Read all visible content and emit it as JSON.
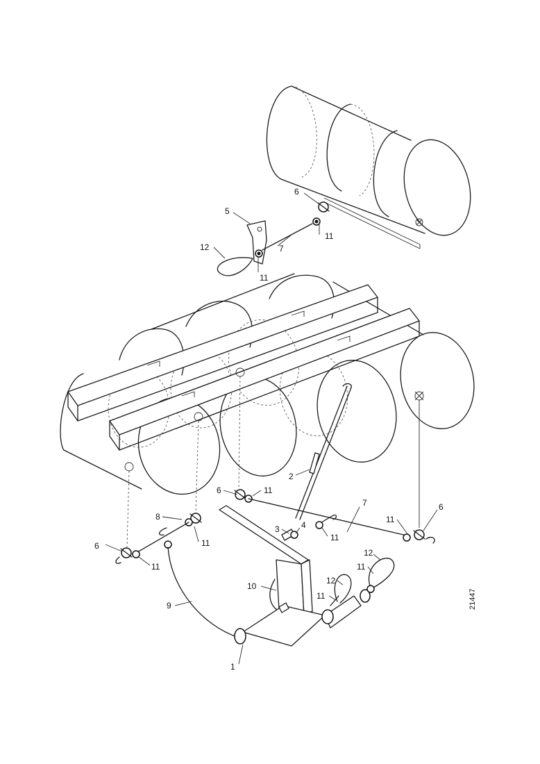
{
  "drawing_code": "21447",
  "callouts": [
    {
      "id": "c6a",
      "text": "6"
    },
    {
      "id": "c5",
      "text": "5"
    },
    {
      "id": "c11a",
      "text": "11"
    },
    {
      "id": "c12a",
      "text": "12"
    },
    {
      "id": "c7a",
      "text": "7"
    },
    {
      "id": "c11b",
      "text": "11"
    },
    {
      "id": "c2",
      "text": "2"
    },
    {
      "id": "c6b",
      "text": "6"
    },
    {
      "id": "c11c",
      "text": "11"
    },
    {
      "id": "c7b",
      "text": "7"
    },
    {
      "id": "c8",
      "text": "8"
    },
    {
      "id": "c3",
      "text": "3"
    },
    {
      "id": "c4",
      "text": "4"
    },
    {
      "id": "c11d",
      "text": "11"
    },
    {
      "id": "c11e",
      "text": "11"
    },
    {
      "id": "c6c",
      "text": "6"
    },
    {
      "id": "c11f",
      "text": "11"
    },
    {
      "id": "c6d",
      "text": "6"
    },
    {
      "id": "c11g",
      "text": "11"
    },
    {
      "id": "c12b",
      "text": "12"
    },
    {
      "id": "c11h",
      "text": "11"
    },
    {
      "id": "c10",
      "text": "10"
    },
    {
      "id": "c12c",
      "text": "12"
    },
    {
      "id": "c11i",
      "text": "11"
    },
    {
      "id": "c9",
      "text": "9"
    },
    {
      "id": "c1",
      "text": "1"
    }
  ]
}
